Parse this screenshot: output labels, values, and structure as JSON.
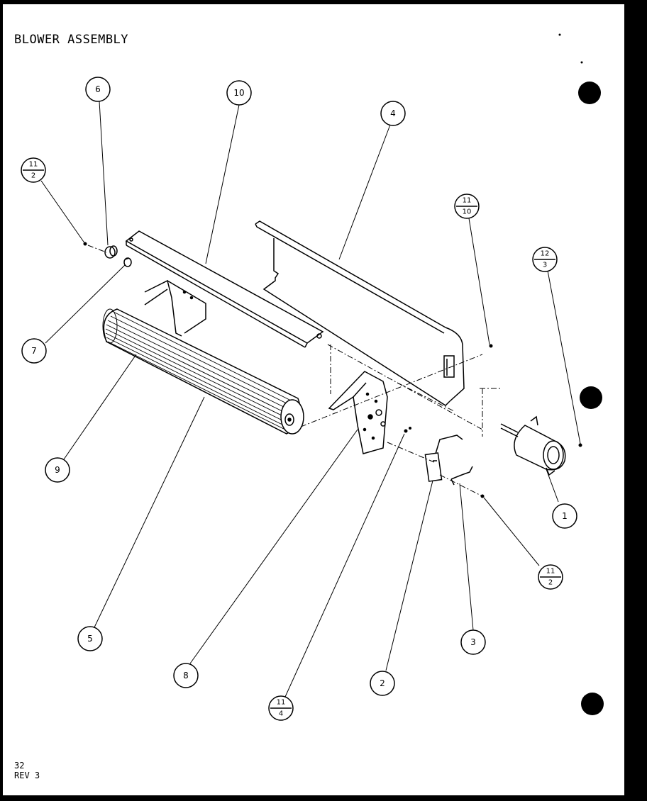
{
  "title": "BLOWER ASSEMBLY",
  "footer": {
    "page": "32",
    "revision": "REV 3"
  },
  "callouts": [
    {
      "id": "c1",
      "label": "1"
    },
    {
      "id": "c2",
      "label": "2"
    },
    {
      "id": "c3",
      "label": "3"
    },
    {
      "id": "c4",
      "label": "4"
    },
    {
      "id": "c5",
      "label": "5"
    },
    {
      "id": "c6",
      "label": "6"
    },
    {
      "id": "c7",
      "label": "7"
    },
    {
      "id": "c8",
      "label": "8"
    },
    {
      "id": "c9",
      "label": "9"
    },
    {
      "id": "c10",
      "label": "10"
    }
  ],
  "fraction_callouts": [
    {
      "id": "f-11-2-left",
      "top": "11",
      "bottom": "2"
    },
    {
      "id": "f-11-10",
      "top": "11",
      "bottom": "10"
    },
    {
      "id": "f-12-3",
      "top": "12",
      "bottom": "3"
    },
    {
      "id": "f-11-2-right",
      "top": "11",
      "bottom": "2"
    },
    {
      "id": "f-11-4",
      "top": "11",
      "bottom": "4"
    }
  ]
}
